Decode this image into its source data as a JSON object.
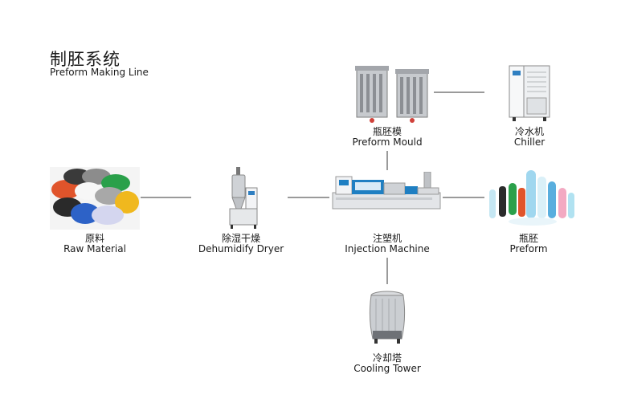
{
  "title": {
    "cn": "制胚系统",
    "en": "Preform Making Line"
  },
  "nodes": {
    "raw_material": {
      "cn": "原料",
      "en": "Raw Material"
    },
    "dryer": {
      "cn": "除湿干燥",
      "en": "Dehumidify Dryer"
    },
    "injection_machine": {
      "cn": "注塑机",
      "en": "Injection Machine"
    },
    "preform": {
      "cn": "瓶胚",
      "en": "Preform"
    },
    "preform_mould": {
      "cn": "瓶胚模",
      "en": "Preform Mould"
    },
    "chiller": {
      "cn": "冷水机",
      "en": "Chiller"
    },
    "cooling_tower": {
      "cn": "冷却塔",
      "en": "Cooling Tower"
    }
  },
  "colors": {
    "line": "#9a9a9a",
    "machine_blue": "#1f7fc2",
    "steel": "#b9bcc2"
  }
}
